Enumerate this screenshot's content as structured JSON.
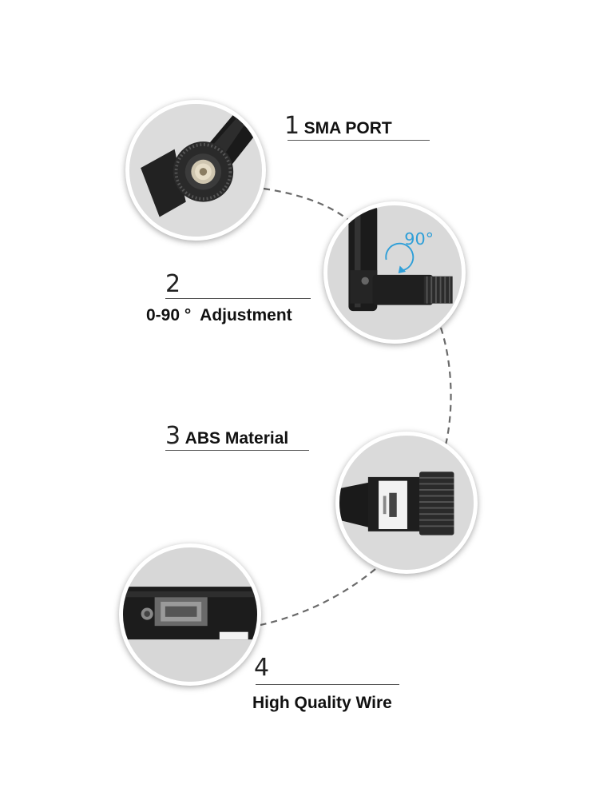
{
  "features": [
    {
      "number": "1",
      "label": "SMA PORT"
    },
    {
      "number": "2",
      "label": "0-90 °  Adjustment"
    },
    {
      "number": "3",
      "label": "ABS Material"
    },
    {
      "number": "4",
      "label": "High Quality Wire"
    }
  ],
  "rotation_annotation": "90°",
  "colors": {
    "accent_blue": "#2f9fd8",
    "text": "#111111",
    "rule": "#555555",
    "connector": "#6a6a6a"
  }
}
